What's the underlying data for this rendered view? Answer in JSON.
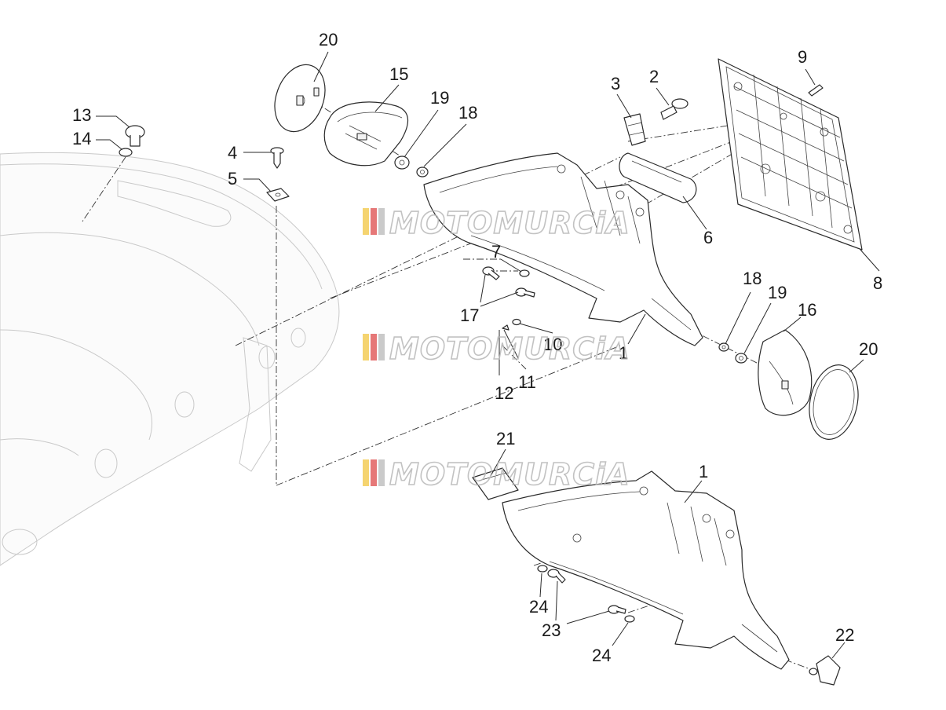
{
  "watermark": {
    "brand_text": "MOTOMURCiA",
    "stripe_colors": [
      "#f2c94c",
      "#e05656",
      "#bdbdbd"
    ]
  },
  "callouts": {
    "c1a": "1",
    "c1b": "1",
    "c2": "2",
    "c3": "3",
    "c4": "4",
    "c5": "5",
    "c6": "6",
    "c7": "7",
    "c8": "8",
    "c9": "9",
    "c10": "10",
    "c11": "11",
    "c12": "12",
    "c13": "13",
    "c14": "14",
    "c15": "15",
    "c16": "16",
    "c17": "17",
    "c18a": "18",
    "c18b": "18",
    "c19a": "19",
    "c19b": "19",
    "c20a": "20",
    "c20b": "20",
    "c21": "21",
    "c22": "22",
    "c23": "23",
    "c24a": "24",
    "c24b": "24"
  }
}
